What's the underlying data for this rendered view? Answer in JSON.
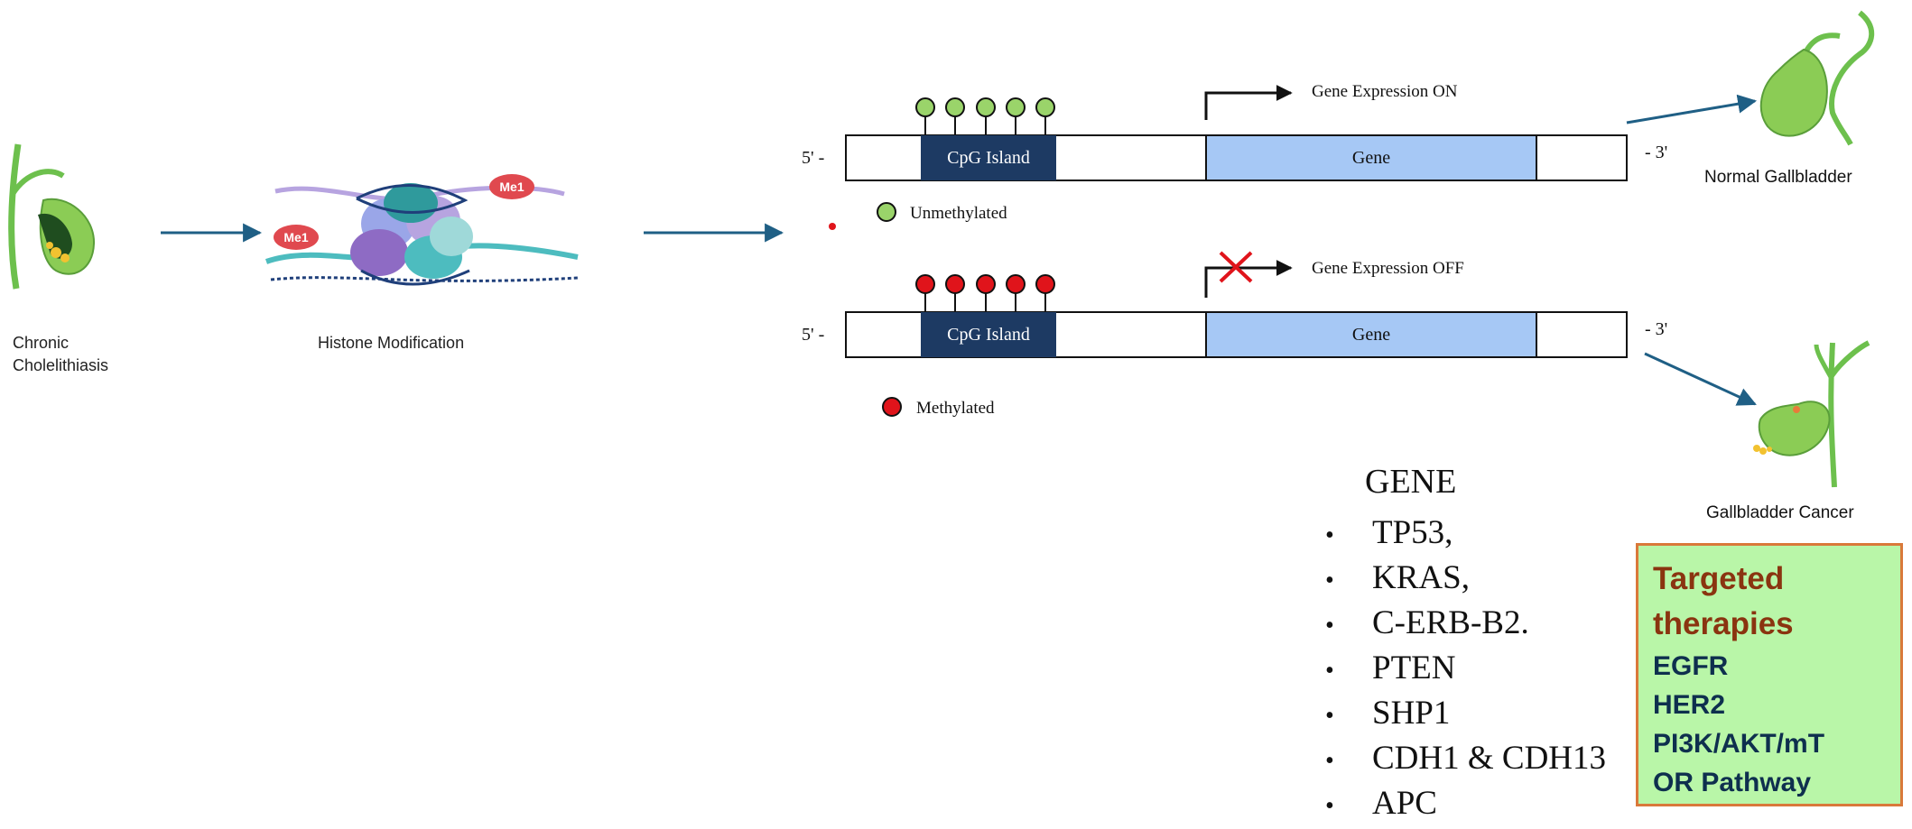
{
  "stages": {
    "chronic": {
      "line1": "Chronic",
      "line2": "Cholelithiasis"
    },
    "histone": {
      "label": "Histone Modification",
      "mark": "Me1"
    }
  },
  "methylation": {
    "five_prime": "5' -",
    "three_prime": "- 3'",
    "cpg_label": "CpG Island",
    "gene_label": "Gene",
    "expression_on": "Gene Expression ON",
    "expression_off": "Gene Expression OFF",
    "unmethylated": "Unmethylated",
    "methylated": "Methylated"
  },
  "outcomes": {
    "normal": "Normal Gallbladder",
    "cancer": "Gallbladder Cancer"
  },
  "genes": {
    "title": "GENE",
    "items": [
      "TP53,",
      "KRAS,",
      "C-ERB-B2.",
      "PTEN",
      "SHP1",
      "CDH1 & CDH13",
      "APC"
    ]
  },
  "therapies": {
    "title_line1": "Targeted",
    "title_line2": "therapies",
    "items": [
      "EGFR",
      "HER2",
      "PI3K/AKT/mT",
      "OR Pathway"
    ]
  },
  "colors": {
    "arrow": "#1f5f85",
    "cpg": "#1d3a63",
    "gene": "#a6c8f5",
    "unmethylated": "#9ad46a",
    "methylated": "#e0141b",
    "gallbladder": "#8bcc55",
    "stem": "#6dc04d"
  }
}
